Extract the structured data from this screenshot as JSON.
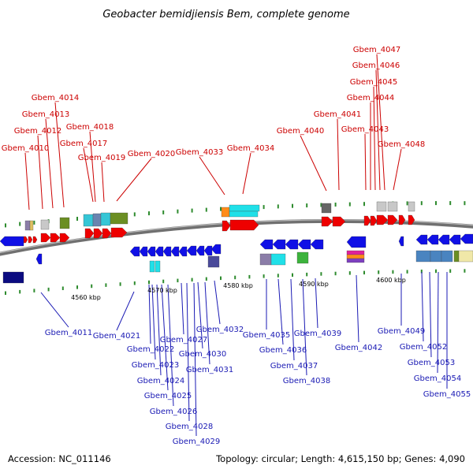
{
  "title": "Geobacter bemidjiensis Bem, complete genome",
  "footer": {
    "accession": "Accession: NC_011146",
    "topology": "Topology: circular; Length: 4,615,150 bp; Genes: 4,090"
  },
  "colors": {
    "forward_label": "#cc0000",
    "reverse_label": "#1a1ab4",
    "forward_gene": "#ee0000",
    "reverse_gene": "#1010e6",
    "tick": "#2e8b2e",
    "backbone": "#707070"
  },
  "scale": {
    "ticks": [
      "4560 kbp",
      "4570 kbp",
      "4580 kbp",
      "4590 kbp",
      "4600 kbp"
    ]
  },
  "forward_genes": [
    "Gbem_4010",
    "Gbem_4012",
    "Gbem_4013",
    "Gbem_4014",
    "Gbem_4017",
    "Gbem_4018",
    "Gbem_4019",
    "Gbem_4020",
    "Gbem_4033",
    "Gbem_4034",
    "Gbem_4040",
    "Gbem_4041",
    "Gbem_4043",
    "Gbem_4044",
    "Gbem_4045",
    "Gbem_4046",
    "Gbem_4047",
    "Gbem_4048"
  ],
  "reverse_genes": [
    "Gbem_4011",
    "Gbem_4021",
    "Gbem_4022",
    "Gbem_4023",
    "Gbem_4024",
    "Gbem_4025",
    "Gbem_4026",
    "Gbem_4027",
    "Gbem_4028",
    "Gbem_4029",
    "Gbem_4030",
    "Gbem_4031",
    "Gbem_4032",
    "Gbem_4035",
    "Gbem_4036",
    "Gbem_4037",
    "Gbem_4038",
    "Gbem_4039",
    "Gbem_4042",
    "Gbem_4049",
    "Gbem_4052",
    "Gbem_4053",
    "Gbem_4054",
    "Gbem_4055"
  ]
}
